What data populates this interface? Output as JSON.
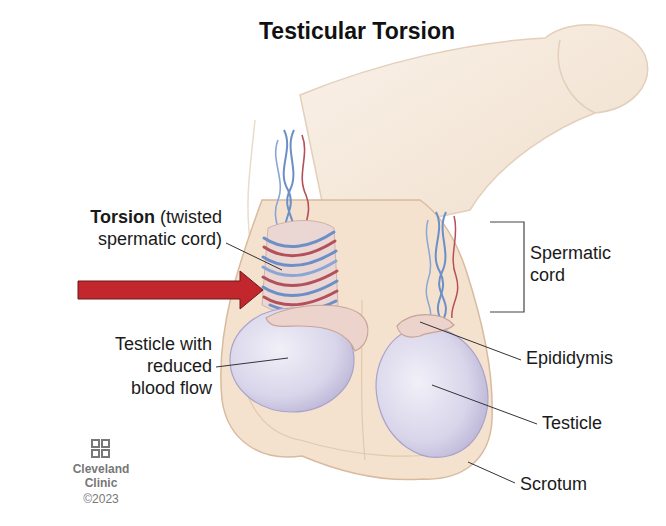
{
  "diagram": {
    "title": "Testicular Torsion",
    "labels": [
      "Torsion",
      "(twisted spermatic cord)",
      "Spermatic cord",
      "Testicle with reduced blood flow",
      "Epididymis",
      "Testicle",
      "Scrotum",
      "Cleveland Clinic",
      "©2023"
    ]
  }
}
